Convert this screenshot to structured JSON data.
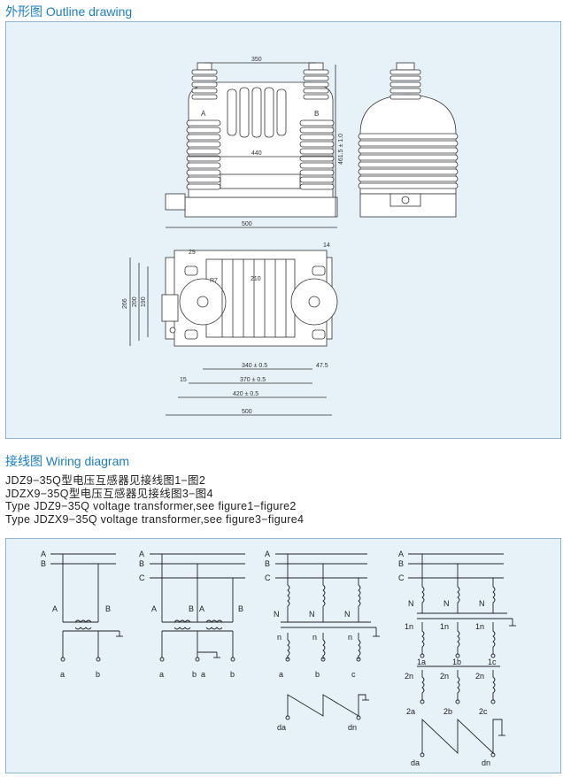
{
  "outline": {
    "title": "外形图 Outline drawing",
    "dims": {
      "d350": "350",
      "d440": "440",
      "d461": "461.5 ± 1.0",
      "d500_top": "500",
      "d14": "14",
      "d29": "29",
      "r7": "R7",
      "d210": "210",
      "d266": "266",
      "d200": "200",
      "d190": "190",
      "d340": "340 ± 0.5",
      "d47": "47.5",
      "d15": "15",
      "d370": "370 ± 0.5",
      "d420": "420 ± 0.5",
      "d500_bot": "500",
      "labelA": "A",
      "labelB": "B"
    }
  },
  "wiring": {
    "title": "接线图 Wiring diagram",
    "notes": [
      "JDZ9−35Q型电压互感器见接线图1−图2",
      "JDZX9−35Q型电压互感器见接线图3−图4",
      "Type JDZ9−35Q voltage transformer,see figure1−figure2",
      "Type JDZX9−35Q voltage transformer,see figure3−figure4"
    ]
  },
  "diagrams": {
    "fig1": {
      "A": "A",
      "B": "B",
      "pA": "A",
      "pB": "B",
      "sa": "a",
      "sb": "b"
    },
    "fig2": {
      "A": "A",
      "B": "B",
      "C": "C",
      "p1": "A",
      "p2": "B",
      "p3": "A",
      "p4": "B",
      "s1": "a",
      "s2": "b",
      "s3": "a",
      "s4": "b"
    },
    "fig3": {
      "A": "A",
      "B": "B",
      "C": "C",
      "N1": "N",
      "N2": "N",
      "N3": "N",
      "n1": "n",
      "n2": "n",
      "n3": "n",
      "a": "a",
      "b": "b",
      "c": "c",
      "da": "da",
      "dn": "dn"
    },
    "fig4": {
      "A": "A",
      "B": "B",
      "C": "C",
      "N1": "N",
      "N2": "N",
      "N3": "N",
      "n1a": "1n",
      "n1b": "1n",
      "n1c": "1n",
      "a1": "1a",
      "b1": "1b",
      "c1": "1c",
      "n2a": "2n",
      "n2b": "2n",
      "n2c": "2n",
      "a2": "2a",
      "b2": "2b",
      "c2": "2c",
      "da": "da",
      "dn": "dn"
    }
  },
  "colors": {
    "accent": "#1a7ec5",
    "panel": "#e6f1f8",
    "line": "#2b2b2b"
  }
}
